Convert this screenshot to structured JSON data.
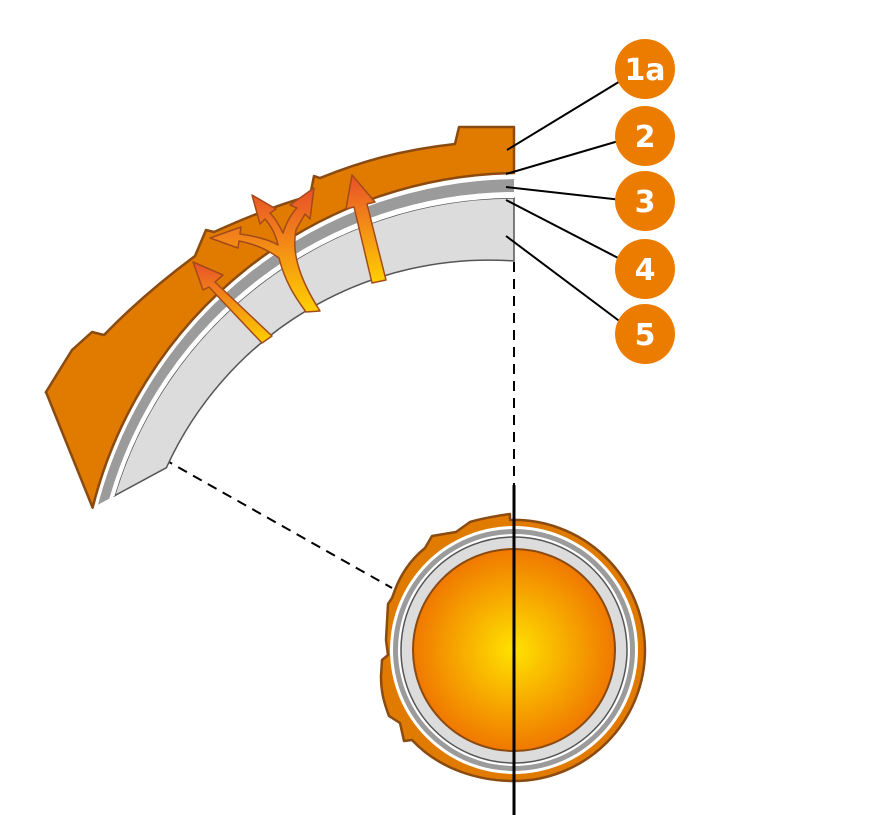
{
  "diagram": {
    "labels": [
      {
        "id": "1a",
        "text": "1a"
      },
      {
        "id": "2",
        "text": "2"
      },
      {
        "id": "3",
        "text": "3"
      },
      {
        "id": "4",
        "text": "4"
      },
      {
        "id": "5",
        "text": "5"
      }
    ],
    "colors": {
      "badge": "#EC7C00",
      "shell": "#E07B00",
      "shell_stroke": "#8A4A10",
      "layer_dark_grey": "#9B9B9B",
      "layer_white": "#FFFFFF",
      "layer_light_grey": "#DCDCDC",
      "core_inner": "#FFE200",
      "core_outer": "#F07800",
      "arrow_start": "#FFD000",
      "arrow_end": "#E8502A",
      "line": "#000000"
    },
    "icons": [
      "heat-flow-arrow-icon"
    ]
  }
}
